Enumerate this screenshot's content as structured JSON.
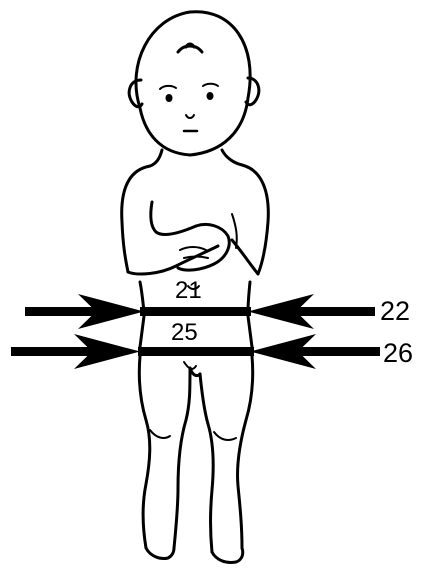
{
  "labels": {
    "l21": "21",
    "l22": "22",
    "l25": "25",
    "l26": "26"
  },
  "colors": {
    "ink": "#000000",
    "background": "#ffffff"
  }
}
